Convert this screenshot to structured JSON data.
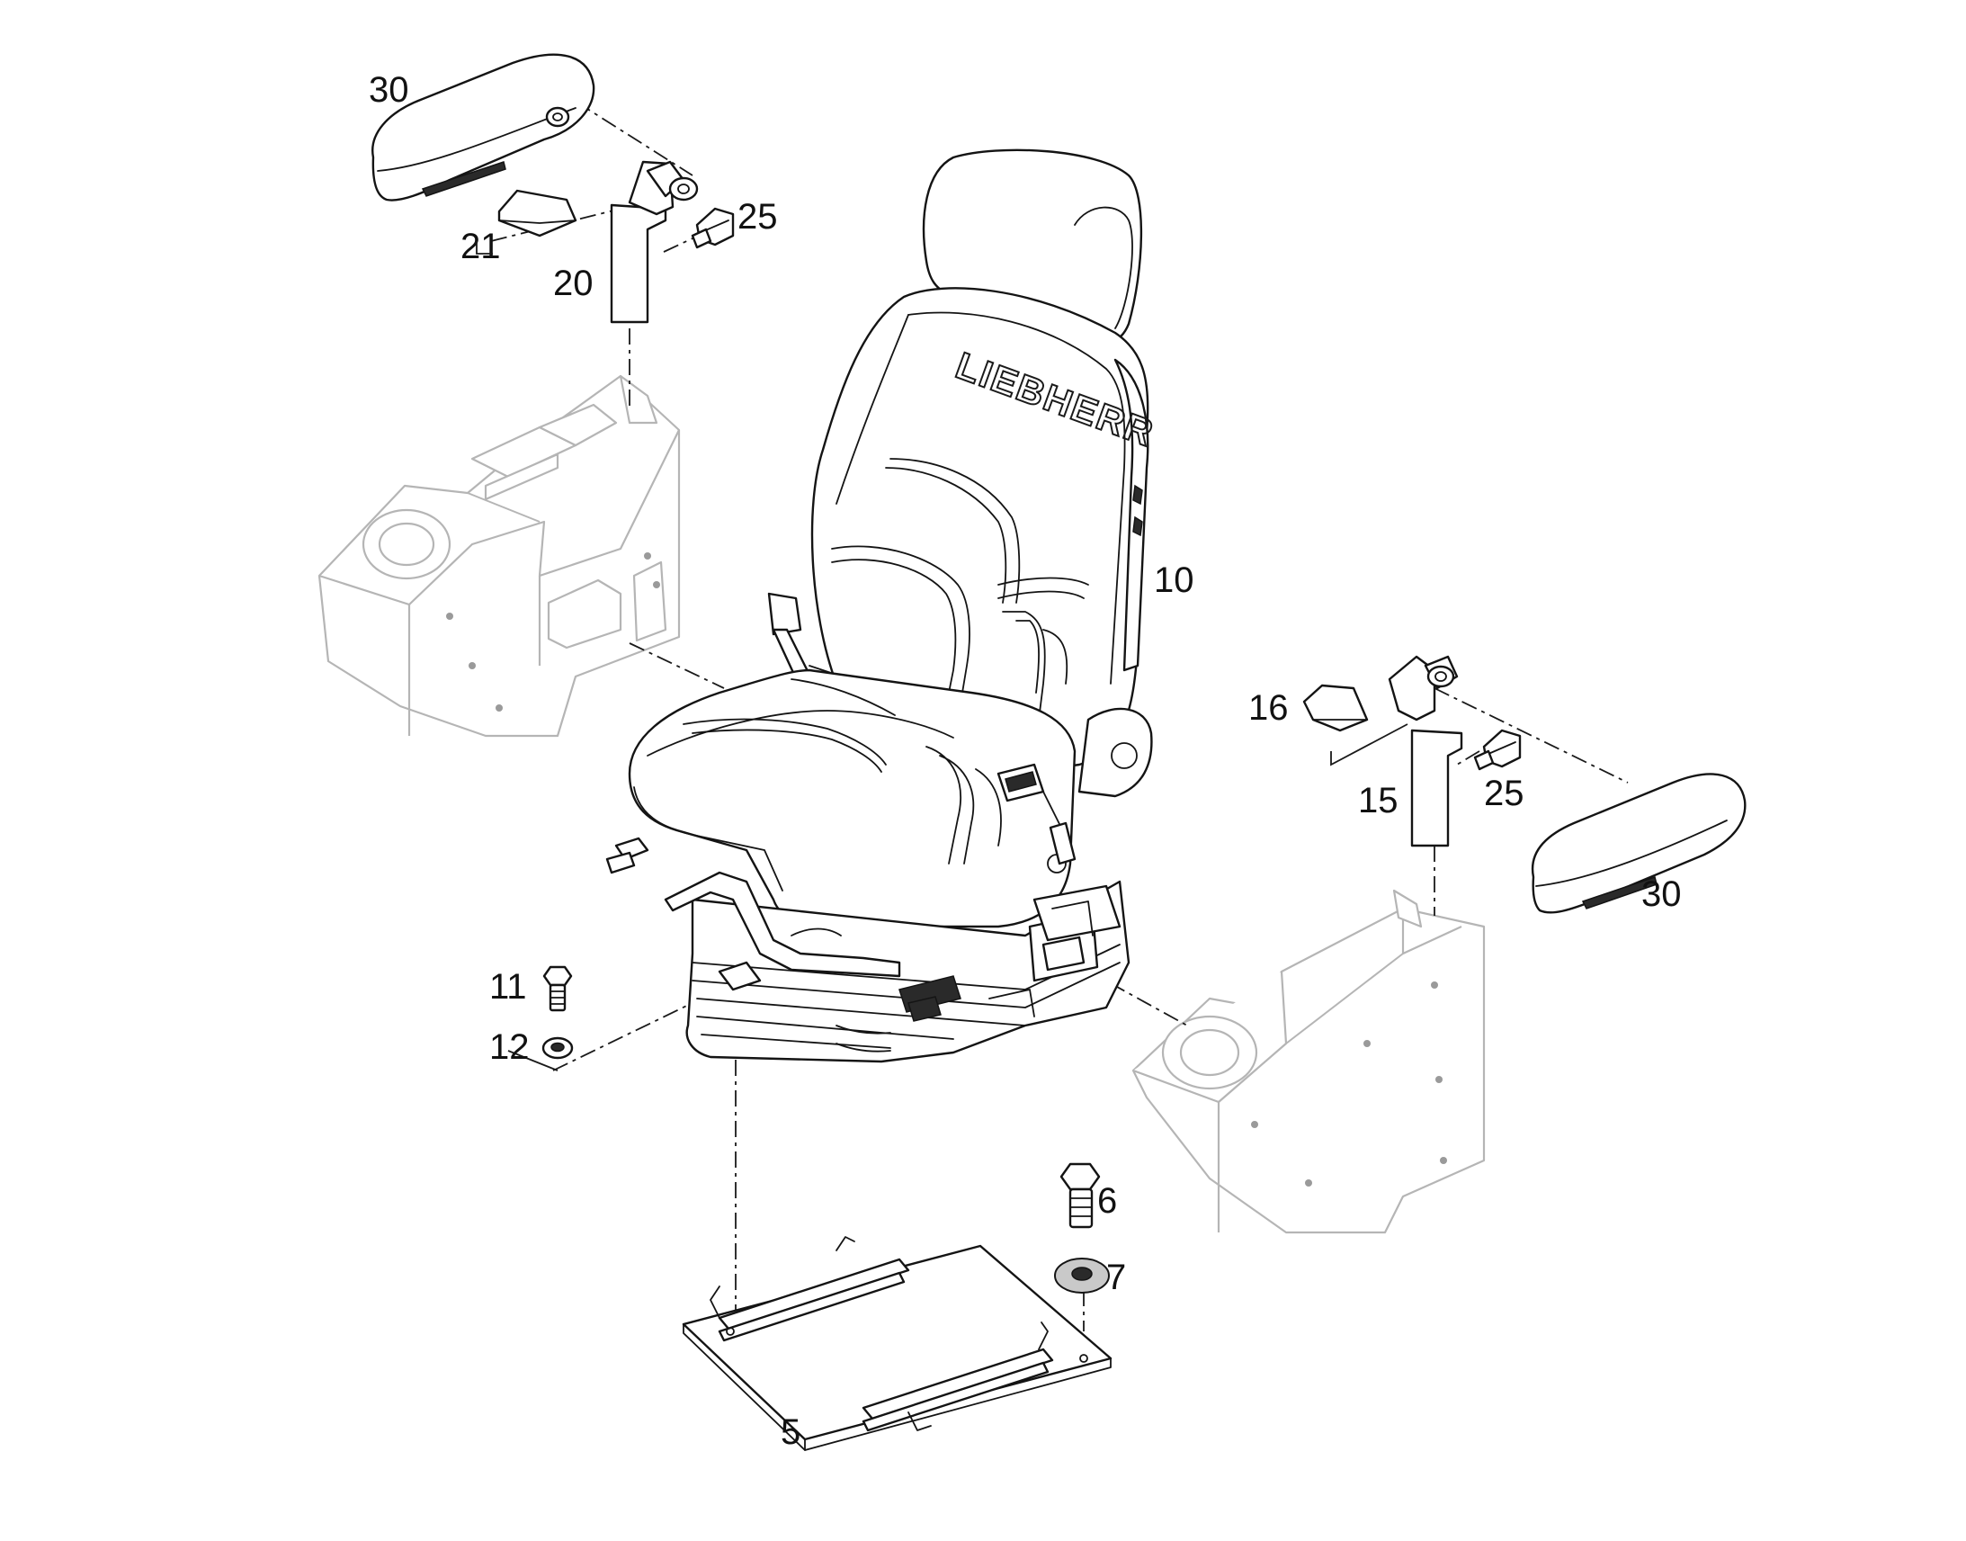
{
  "diagram": {
    "brand_text": "LIEBHERR",
    "callouts": [
      {
        "id": "armrest-left",
        "label": "30"
      },
      {
        "id": "cover-left",
        "label": "21"
      },
      {
        "id": "bracket-left",
        "label": "20"
      },
      {
        "id": "knob-left",
        "label": "25"
      },
      {
        "id": "seat",
        "label": "10"
      },
      {
        "id": "cover-right",
        "label": "16"
      },
      {
        "id": "bracket-right",
        "label": "15"
      },
      {
        "id": "knob-right",
        "label": "25"
      },
      {
        "id": "armrest-right",
        "label": "30"
      },
      {
        "id": "bolt-small",
        "label": "11"
      },
      {
        "id": "washer-small",
        "label": "12"
      },
      {
        "id": "bolt-large",
        "label": "6"
      },
      {
        "id": "washer-large",
        "label": "7"
      },
      {
        "id": "base-plate",
        "label": "5"
      }
    ]
  }
}
